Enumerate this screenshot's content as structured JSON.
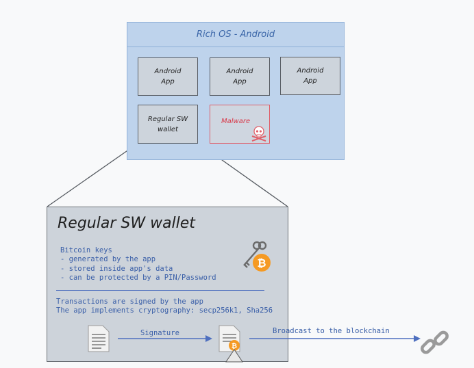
{
  "rich_os": {
    "title": "Rich OS - Android",
    "apps": [
      {
        "label": "Android\nApp"
      },
      {
        "label": "Android\nApp"
      },
      {
        "label": "Android\nApp"
      }
    ],
    "wallet_label": "Regular SW\nwallet",
    "malware_label": "Malware"
  },
  "wallet": {
    "title": "Regular SW wallet",
    "keys_lines": [
      "Bitcoin keys",
      "- generated by the app",
      "- stored inside app's data",
      "- can be protected by a PIN/Password"
    ],
    "tx_lines": [
      "Transactions are signed by the app",
      "The app implements cryptography: secp256k1, Sha256"
    ],
    "signature_label": "Signature",
    "broadcast_label": "Broadcast to the blockchain"
  },
  "colors": {
    "rich_os_fill": "#bed3ec",
    "panel_fill": "#cdd3da",
    "text_blue": "#3a5fa8",
    "malware_red": "#d83a4a",
    "bitcoin_orange": "#f59a23"
  },
  "icons": [
    "skull-icon",
    "bitcoin-key-icon",
    "document-icon",
    "signed-document-icon",
    "chain-icon"
  ]
}
